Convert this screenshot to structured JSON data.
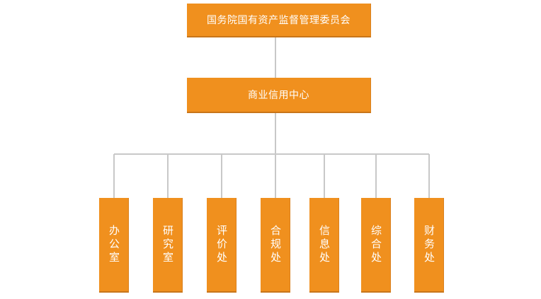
{
  "org_chart": {
    "root": {
      "label": "国务院国有资产监督管理委员会"
    },
    "center": {
      "label": "商业信用中心"
    },
    "departments": [
      {
        "label": "办公室"
      },
      {
        "label": "研究室"
      },
      {
        "label": "评价处"
      },
      {
        "label": "合规处"
      },
      {
        "label": "信息处"
      },
      {
        "label": "综合处"
      },
      {
        "label": "财务处"
      }
    ]
  },
  "colors": {
    "box_fill": "#f0901e",
    "connector": "#c8c8c8",
    "text": "#ffffff"
  }
}
